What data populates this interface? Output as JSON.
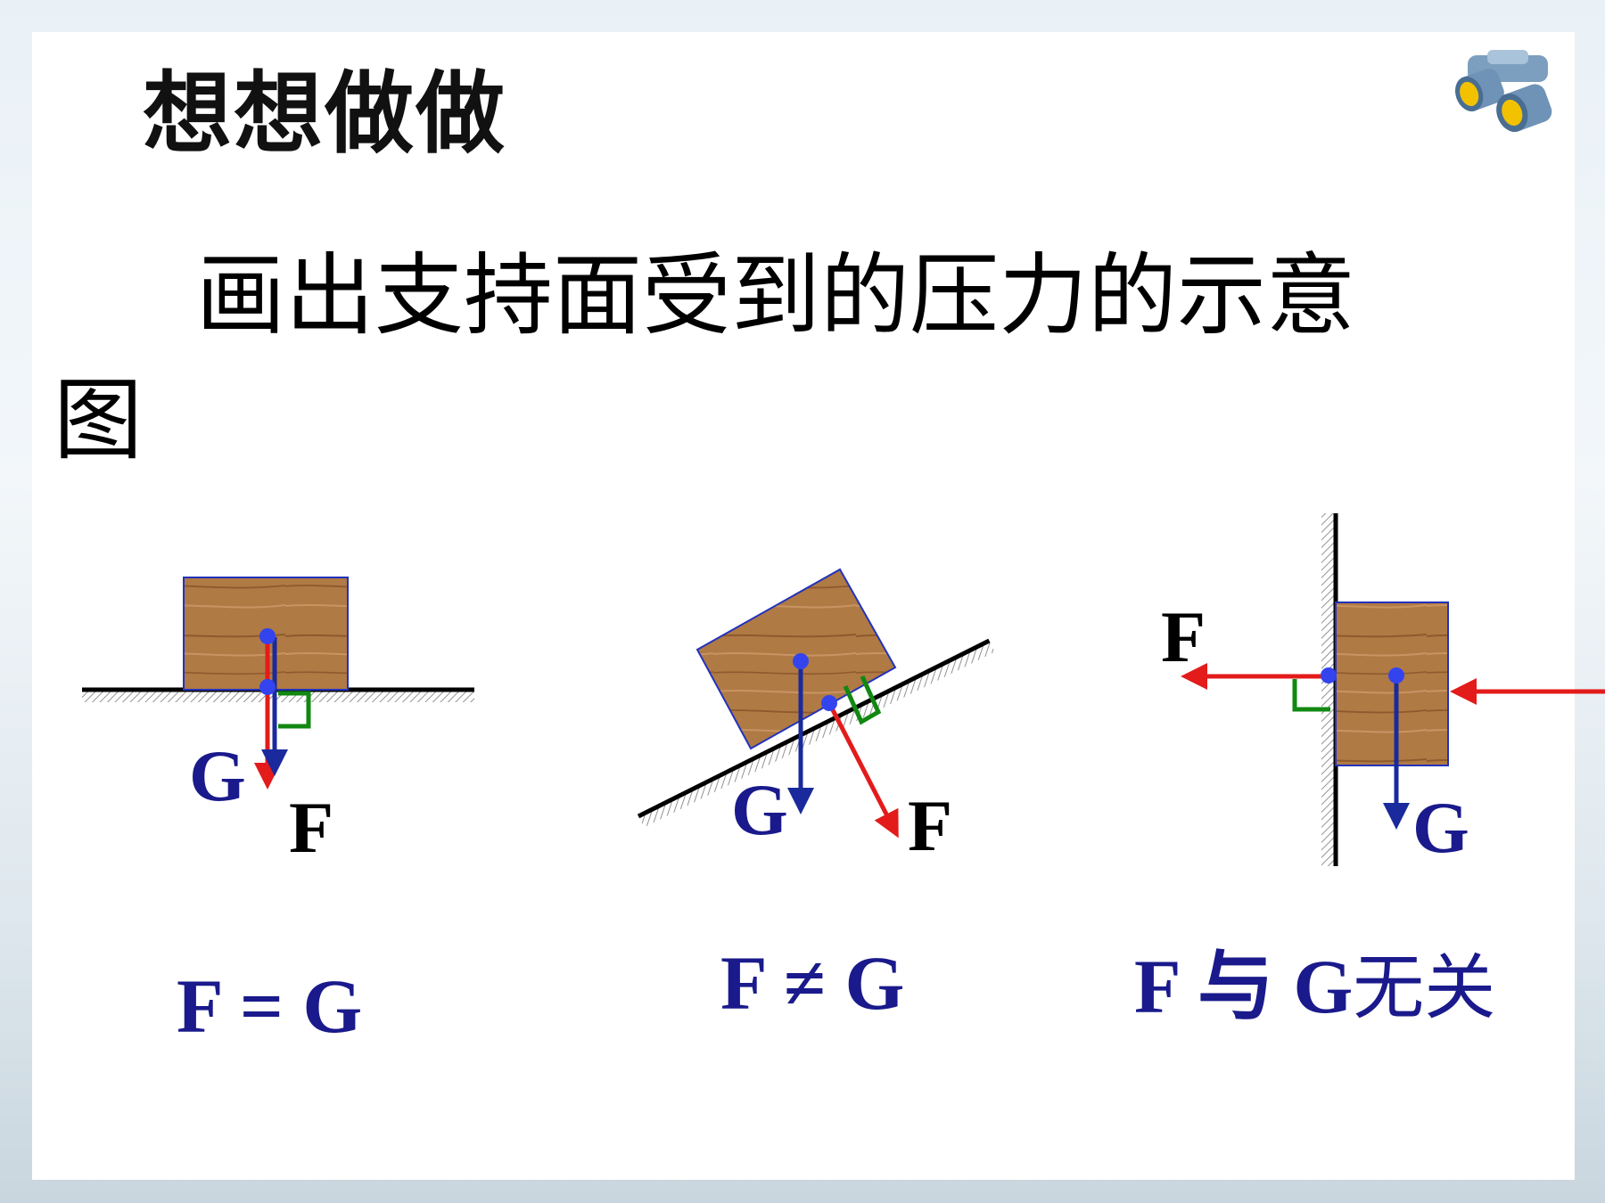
{
  "slide": {
    "title": "想想做做",
    "prompt": "画出支持面受到的压力的示意图"
  },
  "icon": {
    "name": "binoculars-icon"
  },
  "colors": {
    "gravity_arrow": "#1a2a9c",
    "pressure_arrow": "#e31b1b",
    "right_angle_mark": "#118811",
    "contact_point": "#3344ee",
    "block_wood": "#b07a45",
    "label_blue": "#1a1a8c",
    "label_black": "#000000"
  },
  "diagrams": {
    "flat": {
      "label_g": "G",
      "label_f": "F",
      "caption": "F = G"
    },
    "incline": {
      "label_g": "G",
      "label_f": "F",
      "caption": "F ≠ G"
    },
    "wall": {
      "label_f": "F",
      "label_g": "G",
      "caption_prefix": "F 与 G",
      "caption_suffix": "无关"
    }
  }
}
